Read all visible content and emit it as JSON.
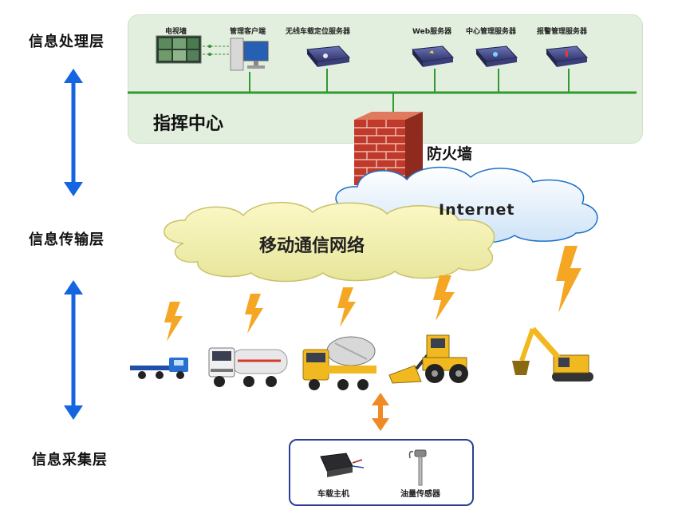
{
  "layers": {
    "processing": "信息处理层",
    "transmission": "信息传输层",
    "collection": "信息采集层"
  },
  "command_center": {
    "title": "指挥中心",
    "nodes": [
      {
        "label": "电视墙",
        "icon": "video-wall-icon"
      },
      {
        "label": "管理客户端",
        "icon": "client-computer-icon"
      },
      {
        "label": "无线车载定位服务器",
        "icon": "server-icon"
      },
      {
        "label": "Web服务器",
        "icon": "server-icon"
      },
      {
        "label": "中心管理服务器",
        "icon": "server-icon"
      },
      {
        "label": "报警管理服务器",
        "icon": "server-icon"
      }
    ]
  },
  "firewall": {
    "label": "防火墙",
    "icon": "brick-wall-icon"
  },
  "clouds": {
    "internet": "Internet",
    "mobile": "移动通信网络"
  },
  "vehicles": [
    {
      "icon": "flatbed-truck-icon"
    },
    {
      "icon": "tanker-truck-icon"
    },
    {
      "icon": "cement-mixer-icon"
    },
    {
      "icon": "wheel-loader-icon"
    },
    {
      "icon": "excavator-icon"
    }
  ],
  "devices": [
    {
      "label": "车载主机",
      "icon": "vehicle-terminal-icon"
    },
    {
      "label": "油量传感器",
      "icon": "fuel-sensor-icon"
    }
  ],
  "colors": {
    "panel": "#e3efde",
    "bus_line": "#2f9a2f",
    "arrow": "#1565e0",
    "lightning": "#f5a623",
    "orange_arrow": "#f08a24",
    "brick": "#c0392b"
  }
}
